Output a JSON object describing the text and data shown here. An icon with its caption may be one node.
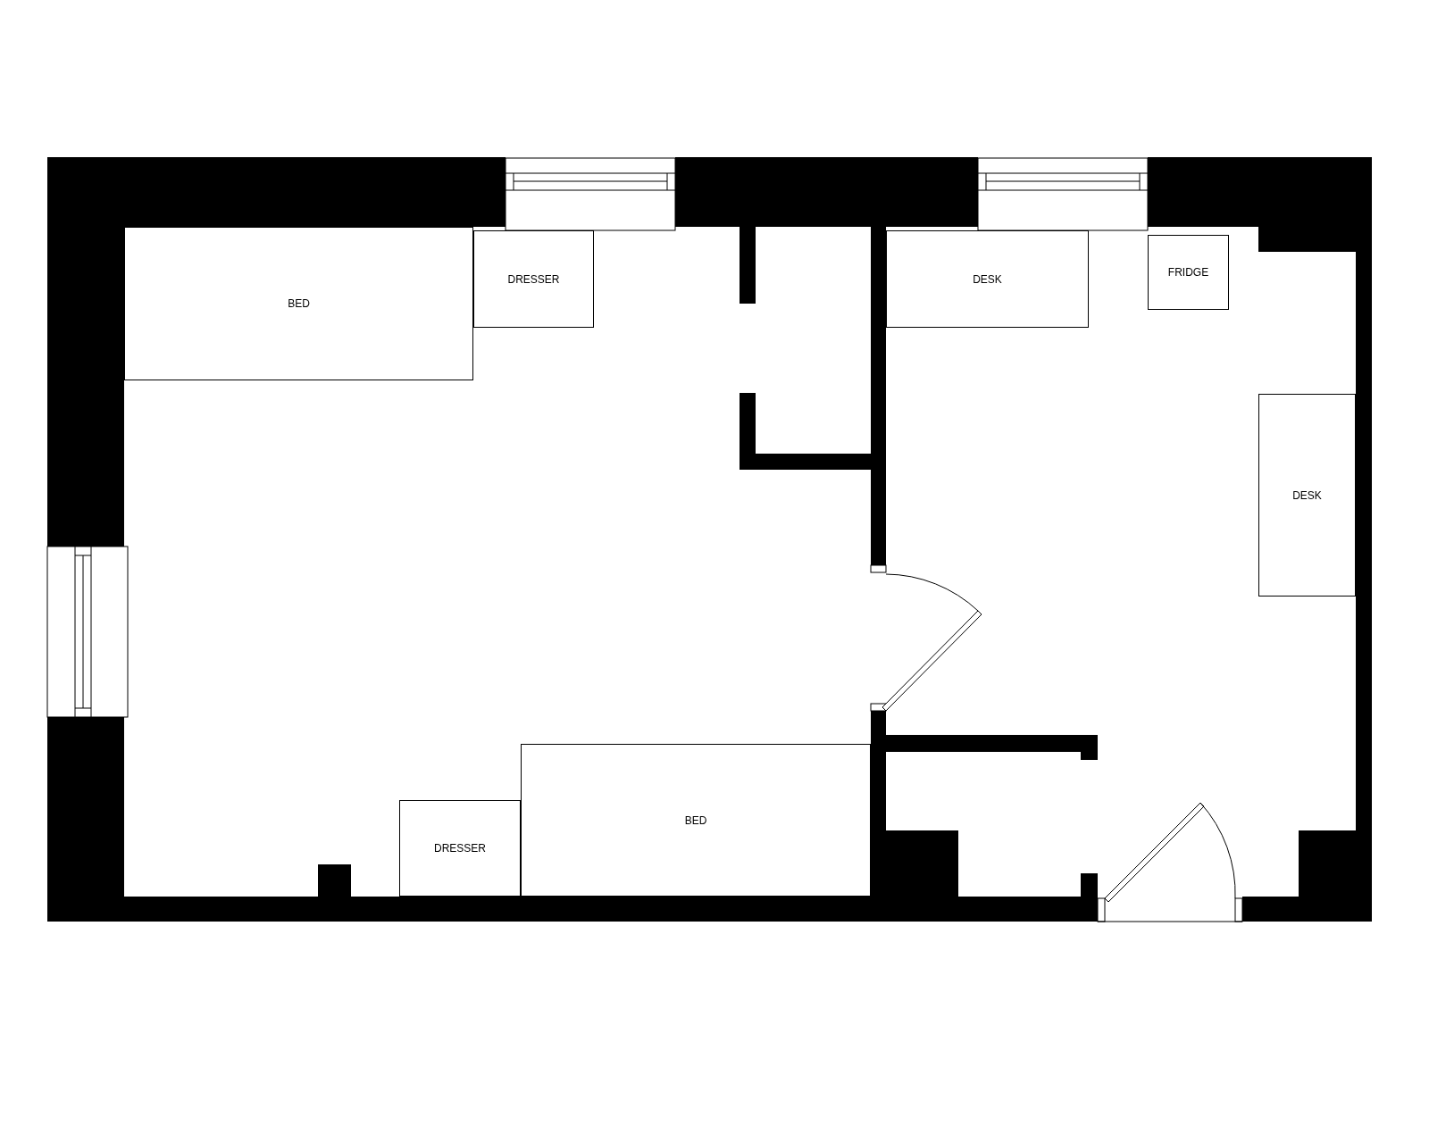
{
  "diagram": {
    "nodes": [
      {
        "text": [
          "BED"
        ]
      },
      {
        "text": [
          "DRESSER"
        ]
      },
      {
        "text": [
          "DESK"
        ]
      },
      {
        "text": [
          "FRIDGE"
        ]
      },
      {
        "text": [
          "DESK"
        ]
      },
      {
        "text": [
          "DRESSER"
        ]
      },
      {
        "text": [
          "BED"
        ]
      }
    ]
  }
}
